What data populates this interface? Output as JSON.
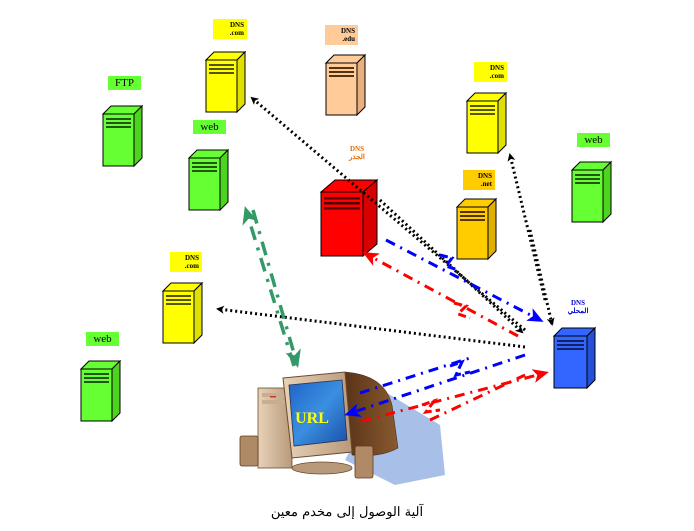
{
  "diagram": {
    "caption": "آلية الوصول إلى مخدم معين",
    "colors": {
      "green_server": "#66ff33",
      "yellow_server": "#ffff00",
      "peach_server": "#ffcc99",
      "red_server": "#ff0000",
      "gold_server": "#ffcc00",
      "blue_server": "#3366ff",
      "arrow_black": "#000000",
      "arrow_blue": "#0000ff",
      "arrow_red": "#ff0000",
      "arrow_green": "#339966"
    },
    "servers": [
      {
        "id": "ftp",
        "label": "FTP",
        "label_sub": "",
        "type": "green"
      },
      {
        "id": "web-top",
        "label": "web",
        "label_sub": "",
        "type": "green"
      },
      {
        "id": "dns-com-top",
        "label": "DNS",
        "label_sub": ".com",
        "type": "yellow"
      },
      {
        "id": "dns-edu",
        "label": "DNS",
        "label_sub": ".edu",
        "type": "peach"
      },
      {
        "id": "dns-root",
        "label": "DNS",
        "label_sub": "الجذر",
        "type": "red"
      },
      {
        "id": "dns-com-right",
        "label": "DNS",
        "label_sub": ".com",
        "type": "yellow"
      },
      {
        "id": "dns-net",
        "label": "DNS",
        "label_sub": ".net",
        "type": "gold"
      },
      {
        "id": "web-right",
        "label": "web",
        "label_sub": "",
        "type": "green"
      },
      {
        "id": "dns-com-left",
        "label": "DNS",
        "label_sub": ".com",
        "type": "yellow"
      },
      {
        "id": "web-bottom",
        "label": "web",
        "label_sub": "",
        "type": "green"
      },
      {
        "id": "dns-local",
        "label": "DNS",
        "label_sub": "المحلي",
        "type": "blue"
      }
    ],
    "client": {
      "screen_text": "URL"
    }
  }
}
